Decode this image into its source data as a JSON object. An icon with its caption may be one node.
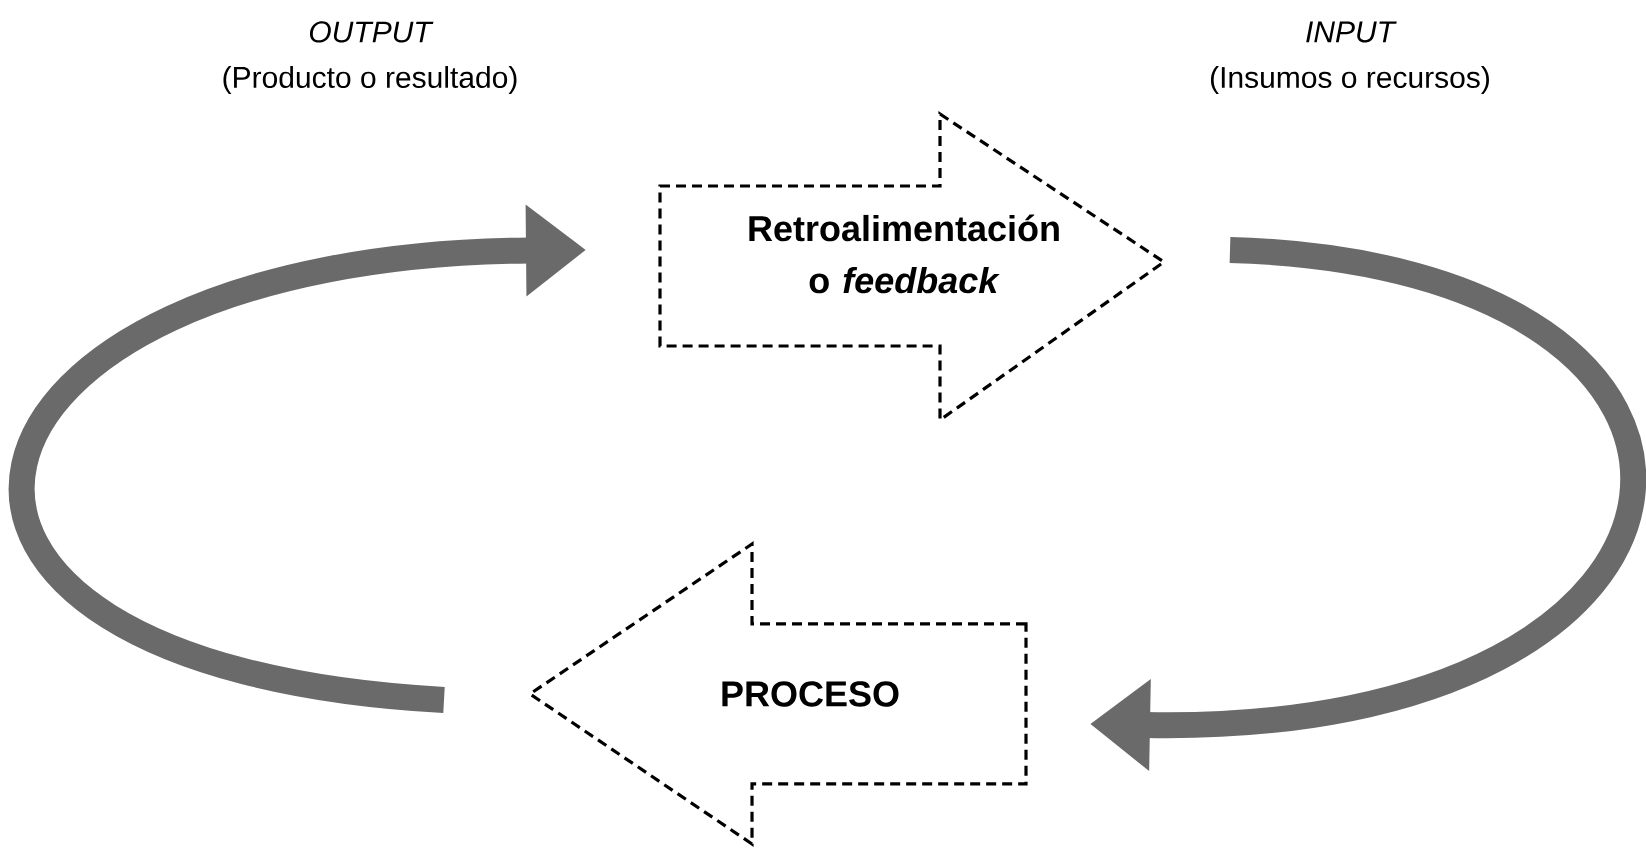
{
  "diagram": {
    "nodes": [
      {
        "text": [
          "Retroalimentación o *feedback*"
        ]
      },
      {
        "text": [
          "PROCESO"
        ]
      }
    ],
    "edges": [
      {
        "from": 0,
        "to": 1,
        "arrow": "to"
      },
      {
        "from": 1,
        "to": 0,
        "arrow": "to"
      }
    ],
    "labels": [
      "OUTPUT",
      "(Producto o resultado)",
      "INPUT",
      "(Insumos o recursos)"
    ]
  }
}
